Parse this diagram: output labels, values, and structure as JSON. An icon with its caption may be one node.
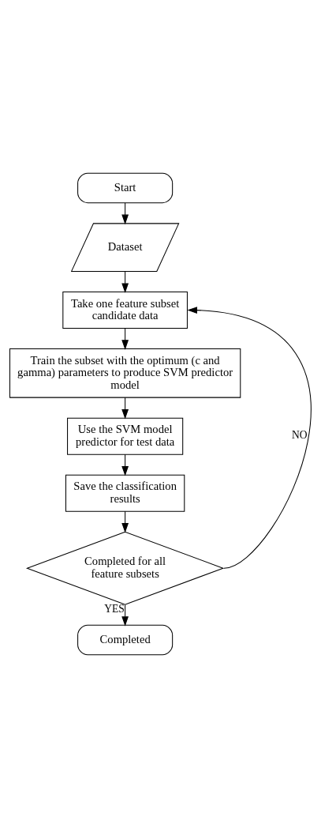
{
  "diagram": {
    "nodes": [
      {
        "text": [
          "Start"
        ]
      },
      {
        "text": [
          "Dataset"
        ]
      },
      {
        "text": [
          "Take one feature subset candidate data"
        ]
      },
      {
        "text": [
          "Train the subset with the optimum (c and gamma) parameters to produce SVM predictor model"
        ]
      },
      {
        "text": [
          "Use the SVM model predictor for test data"
        ]
      },
      {
        "text": [
          "Save the classification results"
        ]
      },
      {
        "text": [
          "Completed for all feature subsets"
        ]
      },
      {
        "text": [
          "Completed"
        ]
      }
    ],
    "edges": [
      {
        "from": 0,
        "to": 1,
        "arrow": "to"
      },
      {
        "from": 1,
        "to": 2,
        "arrow": "to"
      },
      {
        "from": 2,
        "to": 3,
        "arrow": "to"
      },
      {
        "from": 3,
        "to": 4,
        "arrow": "to"
      },
      {
        "from": 4,
        "to": 5,
        "arrow": "to"
      },
      {
        "from": 5,
        "to": 6,
        "arrow": "to"
      },
      {
        "from": 6,
        "to": 2,
        "arrow": "to",
        "label": "NO"
      },
      {
        "from": 6,
        "to": 7,
        "arrow": "to",
        "label": "YES"
      }
    ]
  }
}
